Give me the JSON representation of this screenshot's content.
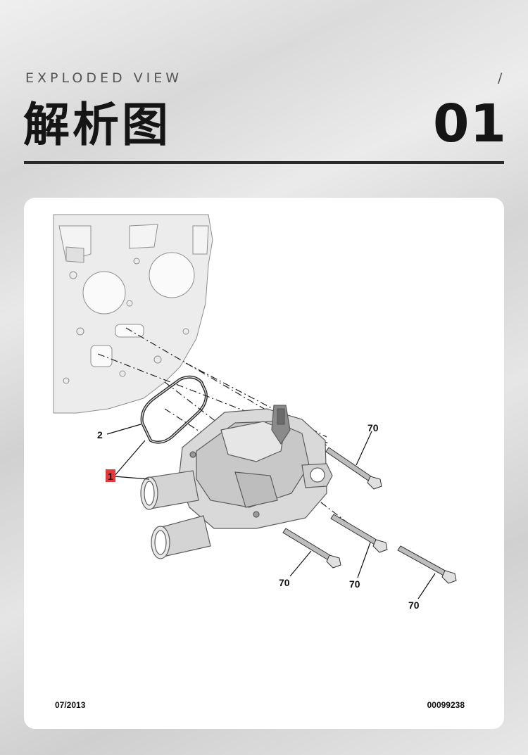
{
  "header": {
    "subtitle": "EXPLODED VIEW",
    "title": "解析图",
    "slash": "/",
    "number": "01"
  },
  "diagram": {
    "part_labels": {
      "main_part": "1",
      "gasket": "2",
      "bolt_top": "70",
      "bolt_bottom_left": "70",
      "bolt_bottom_mid": "70",
      "bolt_bottom_right": "70"
    },
    "footer": {
      "date": "07/2013",
      "reference": "00099238"
    },
    "colors": {
      "part_1_highlight": "#e4393b"
    }
  }
}
